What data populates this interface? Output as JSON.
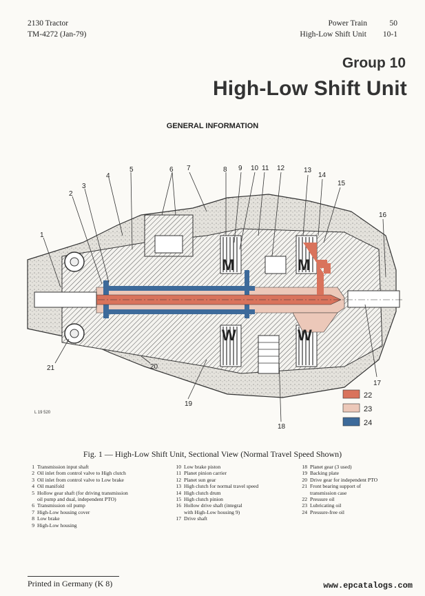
{
  "header": {
    "model": "2130 Tractor",
    "manual": "TM-4272 (Jan-79)",
    "section": "Power Train",
    "section_no": "50",
    "subsection": "High-Low Shift Unit",
    "page_no": "10-1"
  },
  "group_label": "Group 10",
  "title": "High-Low Shift Unit",
  "subheading": "GENERAL INFORMATION",
  "figure": {
    "callouts": [
      "1",
      "2",
      "3",
      "4",
      "5",
      "6",
      "7",
      "8",
      "9",
      "10",
      "11",
      "12",
      "13",
      "14",
      "15",
      "16",
      "17",
      "18",
      "19",
      "20",
      "21"
    ],
    "clutch_labels": [
      "M",
      "M",
      "W",
      "W"
    ],
    "code": "L 19 520",
    "key": [
      {
        "num": "22",
        "color": "#d9735c"
      },
      {
        "num": "23",
        "color": "#ecc8b9"
      },
      {
        "num": "24",
        "color": "#3d6a9a"
      }
    ]
  },
  "caption": "Fig. 1 — High-Low Shift Unit, Sectional View (Normal Travel Speed Shown)",
  "legend": [
    {
      "num": "1",
      "text": "Transmission input shaft"
    },
    {
      "num": "2",
      "text": "Oil inlet from control valve to High clutch"
    },
    {
      "num": "3",
      "text": "Oil inlet from control valve to Low brake"
    },
    {
      "num": "4",
      "text": "Oil manifold"
    },
    {
      "num": "5",
      "text": "Hollow gear shaft (for driving transmission"
    },
    {
      "num": "",
      "text": "oil pump and dual, independent PTO)"
    },
    {
      "num": "6",
      "text": "Transmission oil pump"
    },
    {
      "num": "7",
      "text": "High-Low housing cover"
    },
    {
      "num": "8",
      "text": "Low brake"
    },
    {
      "num": "9",
      "text": "High-Low housing"
    },
    {
      "num": "10",
      "text": "Low brake piston"
    },
    {
      "num": "11",
      "text": "Planet pinion carrier"
    },
    {
      "num": "12",
      "text": "Planet sun gear"
    },
    {
      "num": "13",
      "text": "High clutch for normal travel speed"
    },
    {
      "num": "14",
      "text": "High clutch drum"
    },
    {
      "num": "15",
      "text": "High clutch pinion"
    },
    {
      "num": "16",
      "text": "Hollow drive shaft (integral"
    },
    {
      "num": "",
      "text": "with High-Low housing 9)"
    },
    {
      "num": "17",
      "text": "Drive shaft"
    },
    {
      "num": "18",
      "text": "Planet gear (3 used)"
    },
    {
      "num": "19",
      "text": "Backing plate"
    },
    {
      "num": "20",
      "text": "Drive gear for independent PTO"
    },
    {
      "num": "21",
      "text": "Front bearing support of"
    },
    {
      "num": "",
      "text": "transmission case"
    },
    {
      "num": "22",
      "text": "Pressure oil"
    },
    {
      "num": "23",
      "text": "Lubricating oil"
    },
    {
      "num": "24",
      "text": "Pressure-free oil"
    }
  ],
  "footer": "Printed in Germany (K 8)",
  "watermark": "www.epcatalogs.com"
}
